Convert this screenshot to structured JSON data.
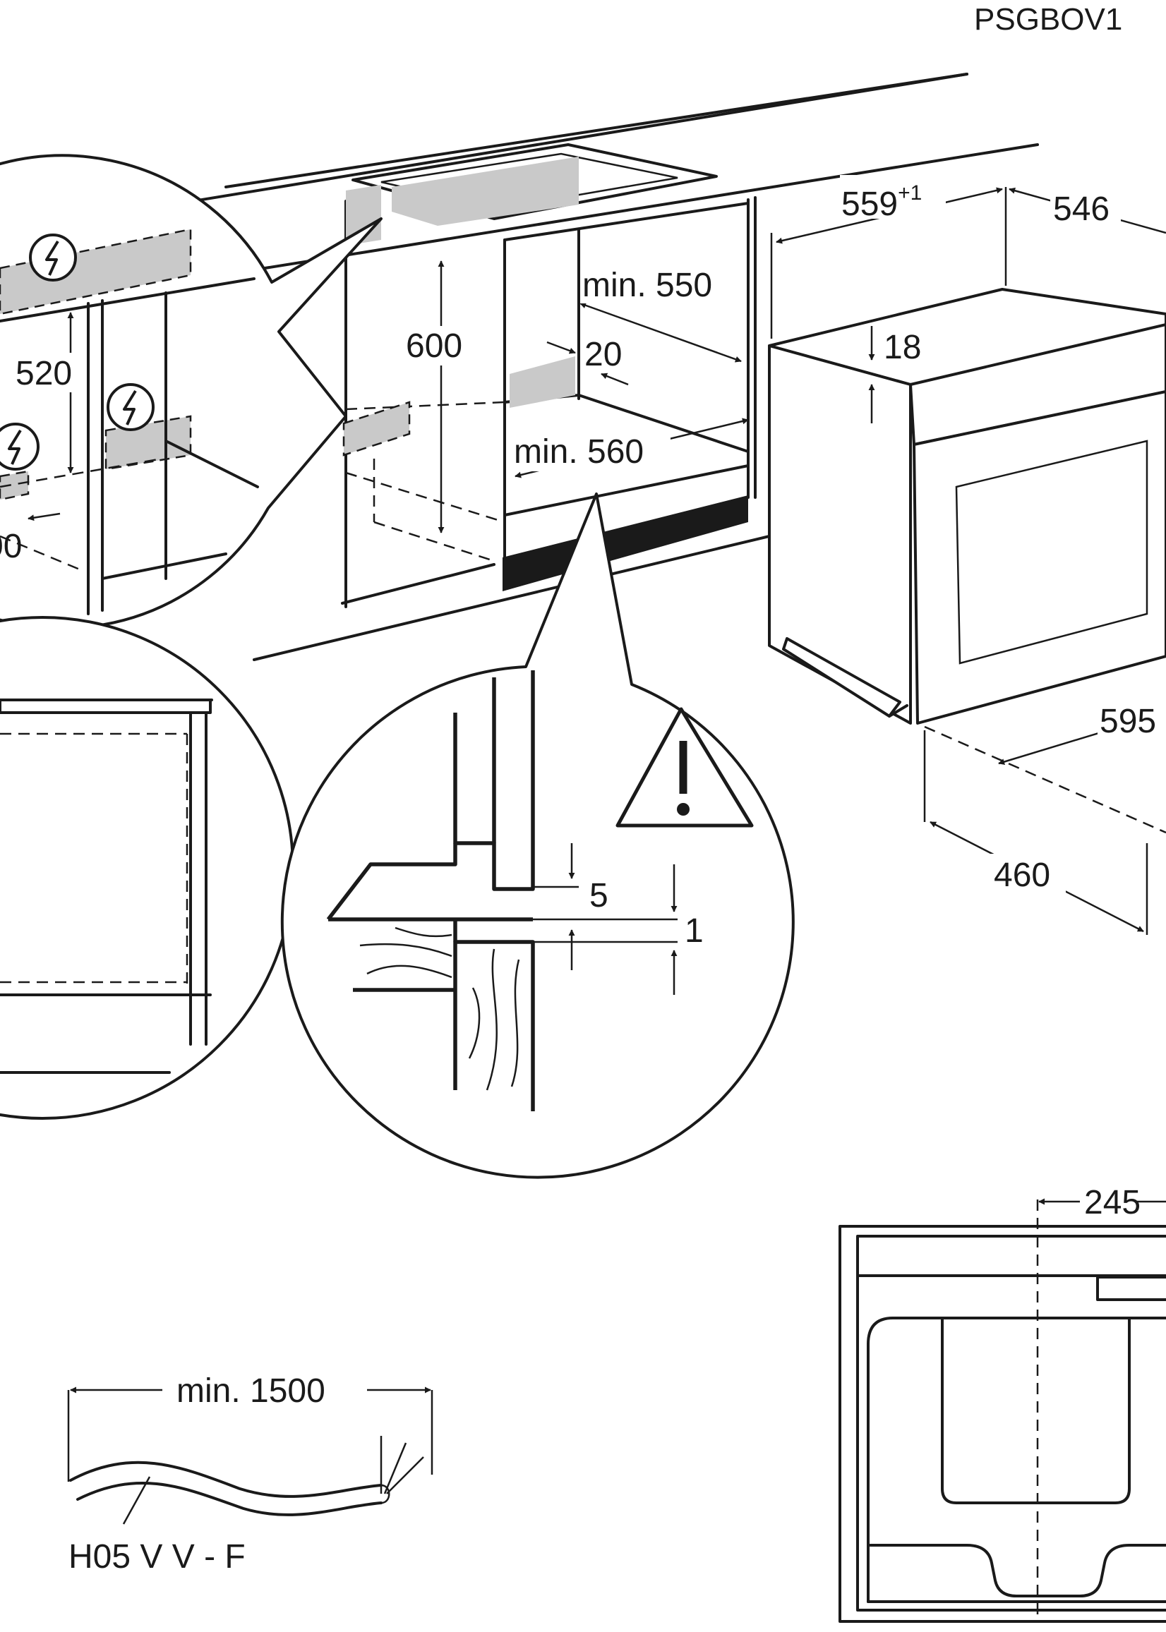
{
  "model_code": "PSGBOV1",
  "dimensions": {
    "niche_depth": "559",
    "niche_depth_tolerance": "+1",
    "oven_depth": "546",
    "niche_height": "600",
    "niche_depth_min": "min. 550",
    "ventilation_gap": "20",
    "niche_width_min": "min. 560",
    "oven_panel_18": "18",
    "oven_width": "595",
    "oven_body_depth": "460",
    "socket_height": "520",
    "partial_left": "00",
    "gap_5": "5",
    "gap_1": "1",
    "door_offset": "245",
    "cable_min_length": "min. 1500",
    "cable_type": "H05 V V - F"
  },
  "icons": {
    "power": "electric-socket-icon",
    "warning": "warning-triangle-icon"
  }
}
